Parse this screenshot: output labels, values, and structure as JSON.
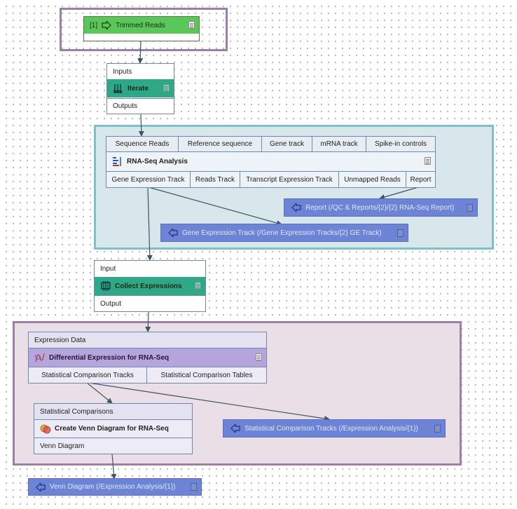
{
  "input_node": {
    "index": "[1]",
    "label": "Trimmed Reads",
    "icon": "input-arrow-icon"
  },
  "iterate": {
    "inputs": "Inputs",
    "title": "Iterate",
    "outputs": "Outputs",
    "icon": "iterate-icon"
  },
  "rnaseq": {
    "inputs": [
      "Sequence Reads",
      "Reference sequence",
      "Gene track",
      "mRNA track",
      "Spike-in controls"
    ],
    "title": "RNA-Seq Analysis",
    "outputs": [
      "Gene Expression Track",
      "Reads Track",
      "Transcript Expression Track",
      "Unmapped Reads",
      "Report"
    ],
    "icon": "rnaseq-icon"
  },
  "rnaseq_outputs": {
    "report": "Report (/QC & Reports/{2}/{2} RNA-Seq Report)",
    "gene_expression": "Gene Expression Track (/Gene Expression Tracks/{2} GE Track)"
  },
  "collect": {
    "input": "Input",
    "title": "Collect Expressions",
    "output": "Output",
    "icon": "collect-icon"
  },
  "diffexpr": {
    "input": "Expression Data",
    "title": "Differential Expression for RNA-Seq",
    "outputs": [
      "Statistical Comparison Tracks",
      "Statistical Comparison Tables"
    ],
    "icon": "diffexpr-icon"
  },
  "venn": {
    "input": "Statistical Comparisons",
    "title": "Create Venn Diagram for RNA-Seq",
    "output": "Venn Diagram",
    "icon": "venn-icon"
  },
  "diff_outputs": {
    "stat_tracks": "Statistical Comparison Tracks (/Expression Analysis/{1})",
    "venn_diagram": "Venn Diagram (/Expression Analysis/{1})"
  },
  "colors": {
    "input_green": "#5bc65a",
    "iterate_teal": "#2fa887",
    "group_teal_border": "#7fbfc6",
    "group_teal_fill": "#d8e7ec",
    "group_purple_border": "#9b7fa5",
    "group_purple_fill": "#eadfe7",
    "output_blue": "#6d83d6",
    "diff_purple": "#b6a4dd"
  }
}
